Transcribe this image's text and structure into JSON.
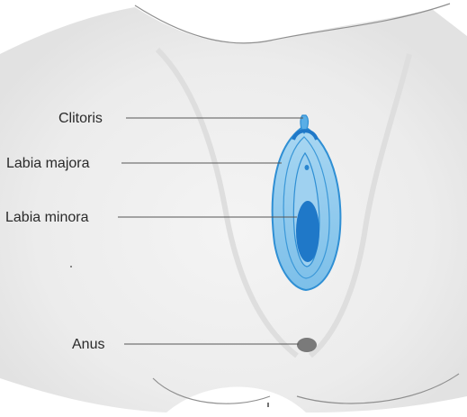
{
  "figure": {
    "labels": {
      "clitoris": "Clitoris",
      "labia_majora": "Labia majora",
      "labia_minora": "Labia minora",
      "anus": "Anus"
    },
    "colors": {
      "structure_fill": "#8cc8ec",
      "structure_outline": "#2f8fd4",
      "inner_fill": "#1f78c8",
      "body_outline": "#9a9a9a",
      "leader_line": "#555555",
      "anus_mark": "#7a7a7a"
    }
  }
}
